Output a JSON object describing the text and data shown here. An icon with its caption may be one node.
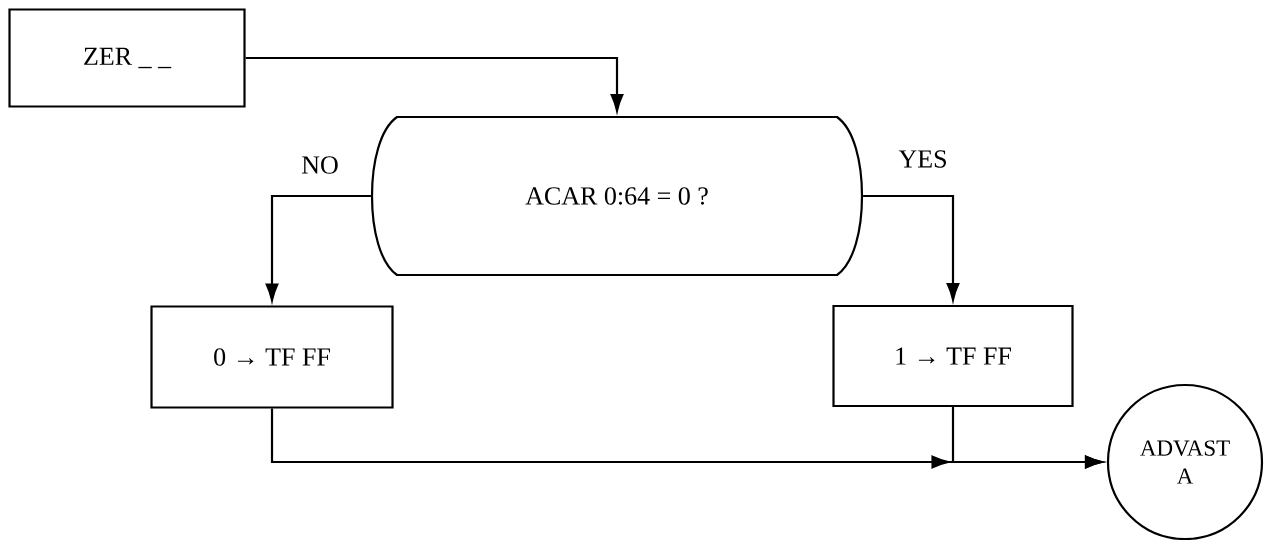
{
  "diagram": {
    "nodes": [
      {
        "text": [
          "ZER _ _"
        ]
      },
      {
        "text": [
          "ACAR 0:64 = 0 ?"
        ]
      },
      {
        "text": [
          "0 → TF FF"
        ]
      },
      {
        "text": [
          "1 → TF FF"
        ]
      },
      {
        "text": [
          "ADVAST A"
        ]
      }
    ],
    "edges": [
      {
        "from": 0,
        "to": 1,
        "arrow": "to"
      },
      {
        "from": 1,
        "to": 2,
        "arrow": "to",
        "label": "NO"
      },
      {
        "from": 1,
        "to": 3,
        "arrow": "to",
        "label": "YES"
      },
      {
        "from": 2,
        "to": 4,
        "arrow": "to"
      },
      {
        "from": 3,
        "to": 4,
        "arrow": "to"
      }
    ]
  }
}
